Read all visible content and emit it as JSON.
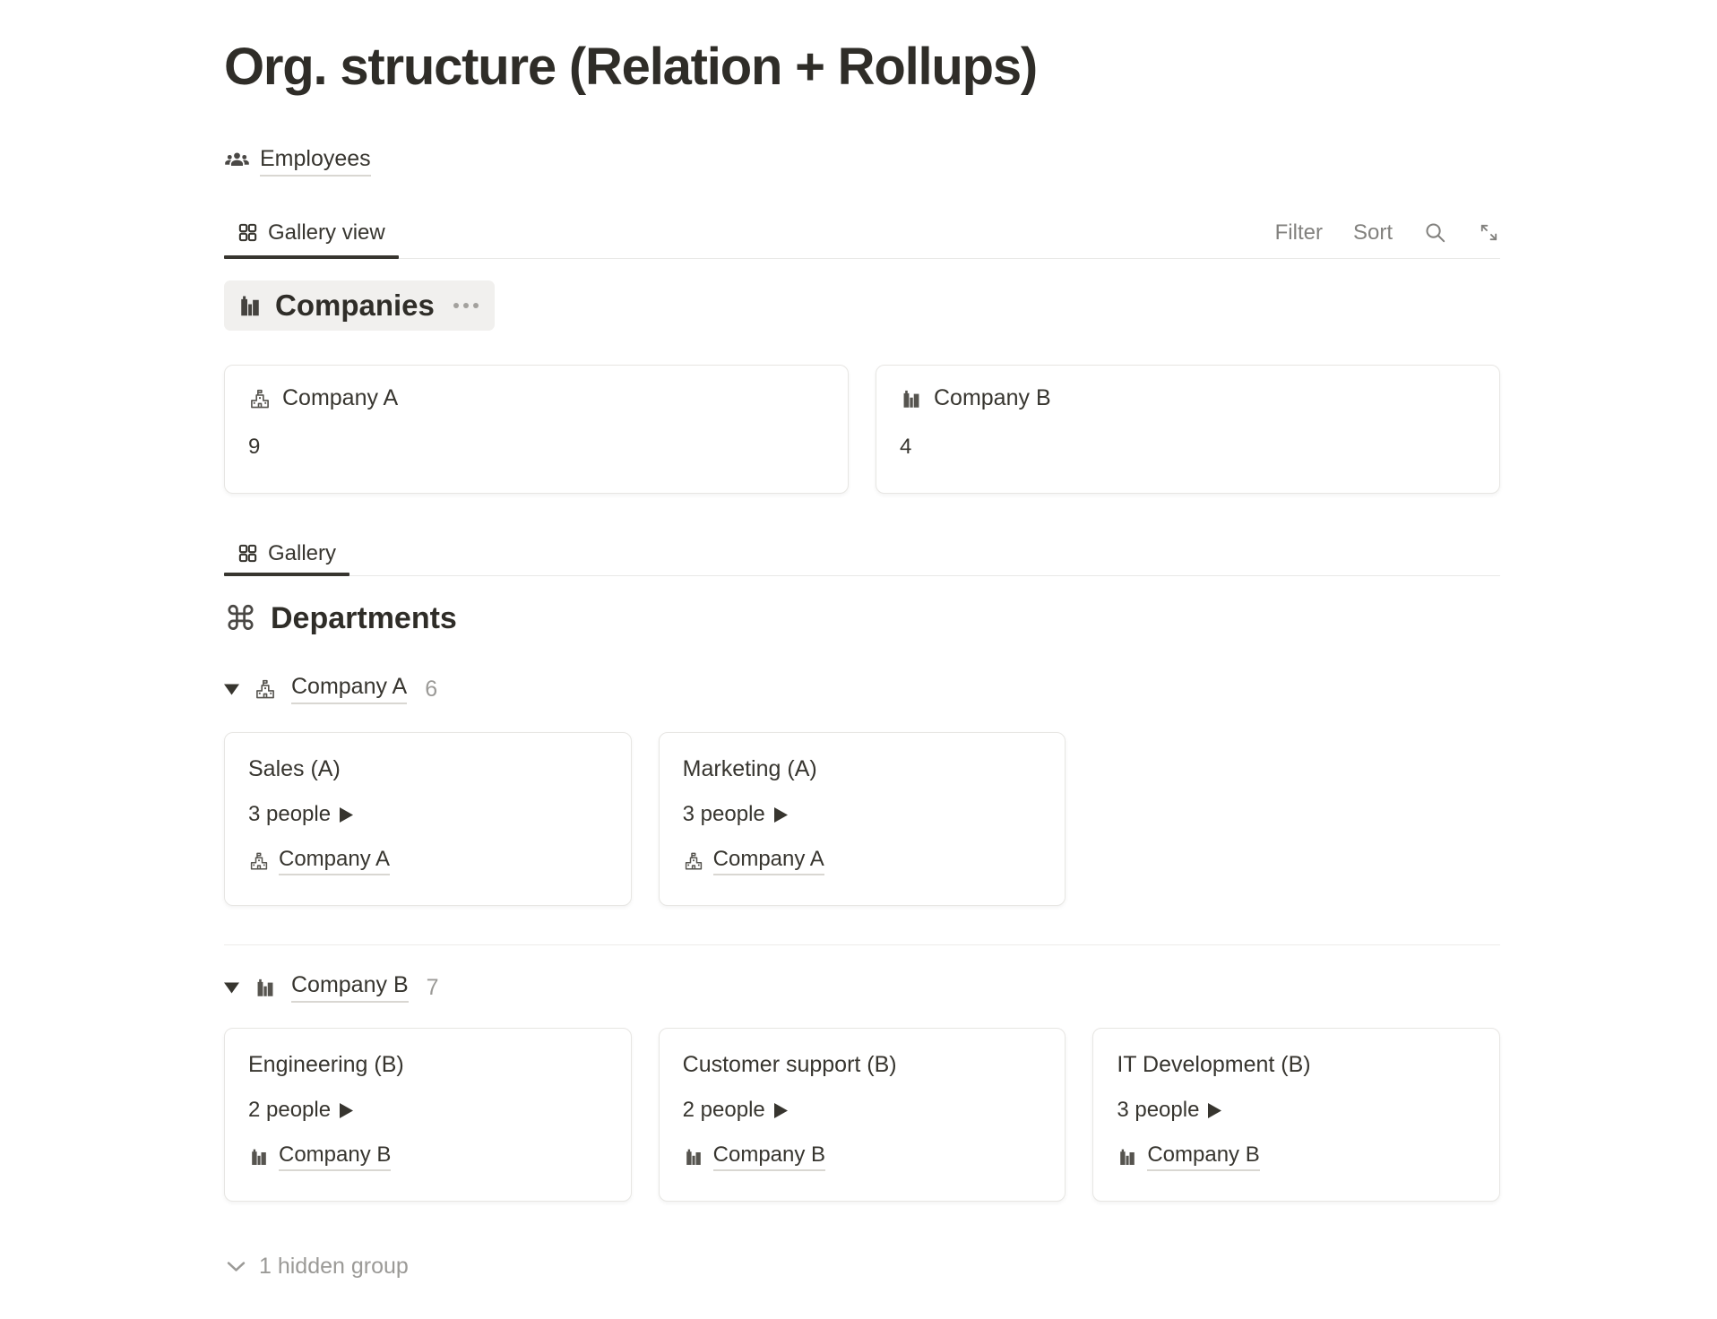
{
  "page": {
    "title": "Org. structure (Relation + Rollups)"
  },
  "breadcrumb": {
    "label": "Employees",
    "icon": "people-group-icon"
  },
  "toolbar": {
    "tab_label": "Gallery view",
    "tab_icon": "gallery-icon",
    "filter_label": "Filter",
    "sort_label": "Sort",
    "action_icons": [
      "search-icon",
      "expand-icon"
    ]
  },
  "companies": {
    "title": "Companies",
    "icon": "city-icon",
    "menu_icon": "ellipsis-icon",
    "cards": [
      {
        "name": "Company A",
        "icon": "school-icon",
        "value": "9"
      },
      {
        "name": "Company B",
        "icon": "city-icon",
        "value": "4"
      }
    ]
  },
  "gallery_tab": {
    "label": "Gallery",
    "icon": "gallery-icon"
  },
  "departments": {
    "title": "Departments",
    "icon": "command-icon",
    "groups": [
      {
        "company": "Company A",
        "icon": "school-icon",
        "count": "6",
        "cards": [
          {
            "title": "Sales (A)",
            "people": "3 people",
            "company": "Company A",
            "company_icon": "school-icon"
          },
          {
            "title": "Marketing (A)",
            "people": "3 people",
            "company": "Company A",
            "company_icon": "school-icon"
          }
        ]
      },
      {
        "company": "Company B",
        "icon": "city-icon",
        "count": "7",
        "cards": [
          {
            "title": "Engineering (B)",
            "people": "2 people",
            "company": "Company B",
            "company_icon": "city-icon"
          },
          {
            "title": "Customer support (B)",
            "people": "2 people",
            "company": "Company B",
            "company_icon": "city-icon"
          },
          {
            "title": "IT Development (B)",
            "people": "3 people",
            "company": "Company B",
            "company_icon": "city-icon"
          }
        ]
      }
    ]
  },
  "footer": {
    "hidden_group_label": "1 hidden group",
    "icon": "chevron-down-icon"
  },
  "colors": {
    "text": "#37352F",
    "muted": "#82817E",
    "count_gray": "#9B9A97",
    "border": "#E9E9E7",
    "pill_background": "#F1F0EE",
    "tab_underline": "#37352F",
    "link_underline": "#D9D7D2"
  }
}
